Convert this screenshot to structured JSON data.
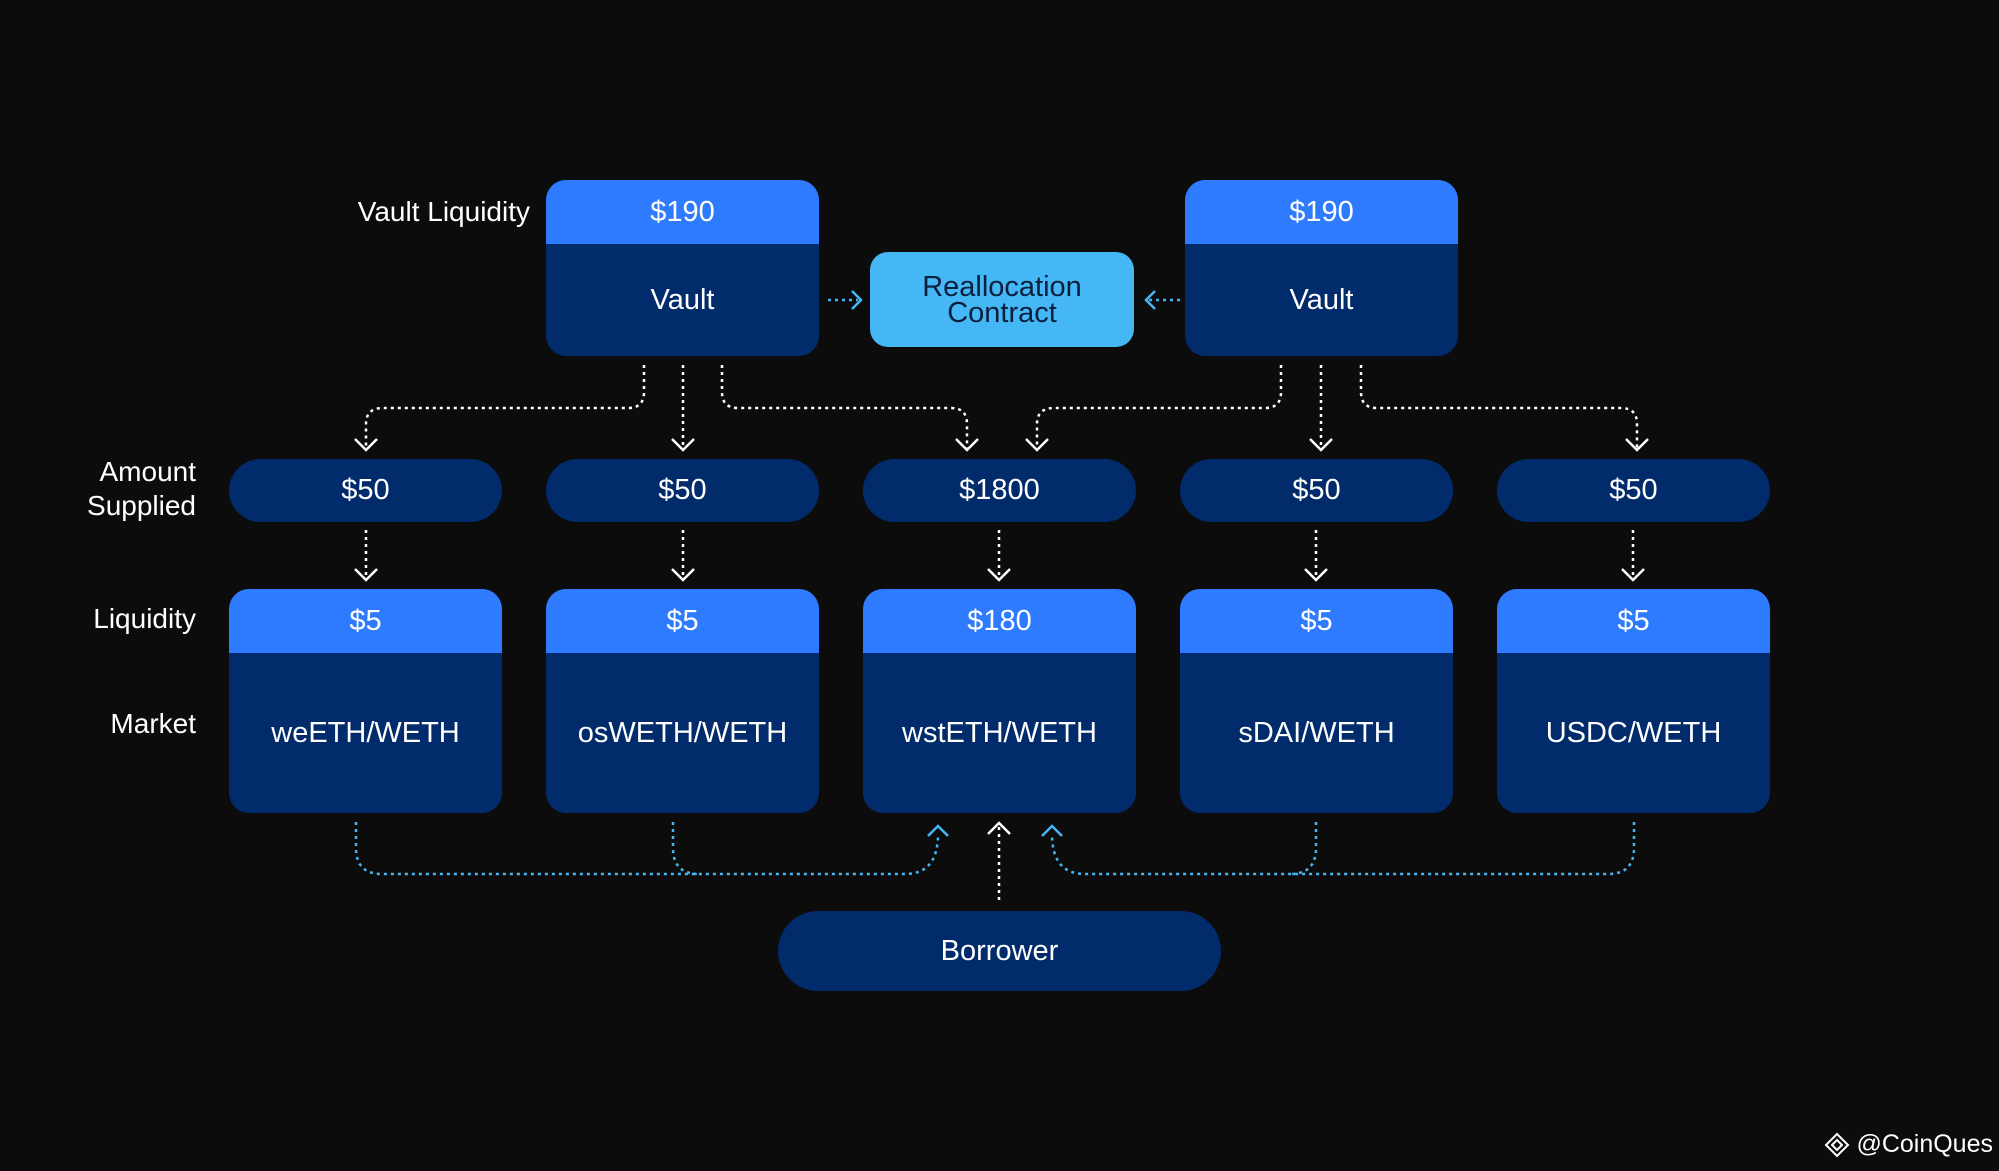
{
  "row_labels": {
    "vault_liquidity": "Vault Liquidity",
    "amount_supplied_line1": "Amount",
    "amount_supplied_line2": "Supplied",
    "liquidity": "Liquidity",
    "market": "Market"
  },
  "vaults": [
    {
      "liquidity": "$190",
      "label": "Vault"
    },
    {
      "liquidity": "$190",
      "label": "Vault"
    }
  ],
  "reallocation_contract": "Reallocation\nContract",
  "supplied": [
    "$50",
    "$50",
    "$1800",
    "$50",
    "$50"
  ],
  "markets": [
    {
      "liquidity": "$5",
      "name": "weETH/WETH"
    },
    {
      "liquidity": "$5",
      "name": "osWETH/WETH"
    },
    {
      "liquidity": "$180",
      "name": "wstETH/WETH"
    },
    {
      "liquidity": "$5",
      "name": "sDAI/WETH"
    },
    {
      "liquidity": "$5",
      "name": "USDC/WETH"
    }
  ],
  "borrower": "Borrower",
  "watermark": "@CoinQues",
  "colors": {
    "background": "#0c0c0c",
    "navy": "#012b6b",
    "blue_header": "#2f7bff",
    "light_blue": "#45b7f5",
    "arrow_white": "#ffffff",
    "arrow_blue": "#45b7f5"
  }
}
